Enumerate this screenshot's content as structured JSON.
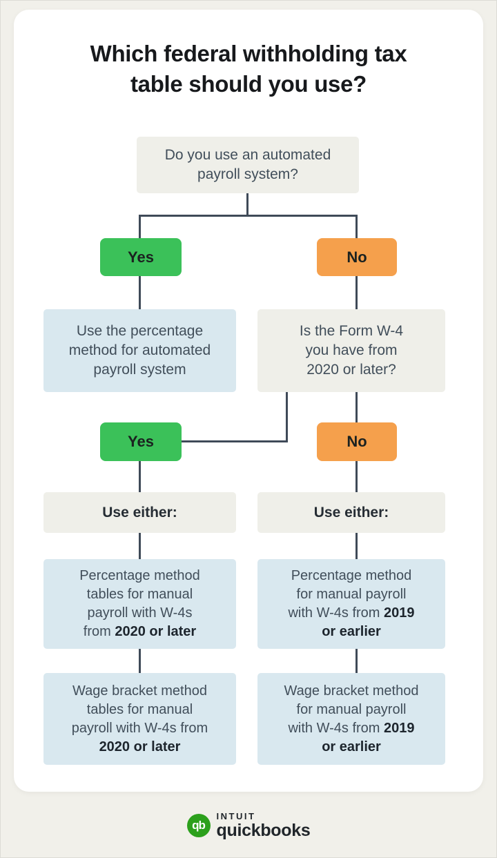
{
  "title": "Which federal withholding tax table should you use?",
  "colors": {
    "background": "#f1f0ea",
    "card": "#ffffff",
    "neutral_box": "#efefe9",
    "info_box": "#d9e8ef",
    "yes_green": "#3bc159",
    "no_orange": "#f5a04c",
    "connector": "#3f4a58",
    "body_text": "#414e5a",
    "emphasis_text": "#1d252d",
    "brand_green": "#2ca01c"
  },
  "flowchart": {
    "question1": "Do you use an automated payroll system?",
    "branch1": {
      "yes": "Yes",
      "no": "No"
    },
    "auto_result": "Use the percentage method for automated payroll system",
    "question2": "Is the Form W-4 you have from 2020 or later?",
    "branch2": {
      "yes": "Yes",
      "no": "No"
    },
    "use_either_left": "Use either:",
    "use_either_right": "Use either:",
    "results": {
      "percentage_2020": {
        "text": "Percentage method tables for manual payroll with W-4s from ",
        "bold": "2020 or later"
      },
      "percentage_2019": {
        "text": "Percentage method for manual payroll with W-4s from ",
        "bold": "2019 or earlier"
      },
      "wage_2020": {
        "text": "Wage bracket method tables for manual payroll with W-4s from ",
        "bold": "2020 or later"
      },
      "wage_2019": {
        "text": "Wage bracket method for manual payroll with W-4s from ",
        "bold": "2019 or earlier"
      }
    }
  },
  "footer": {
    "monogram": "qb",
    "brand_top": "INTUIT",
    "brand_bottom": "quickbooks"
  }
}
